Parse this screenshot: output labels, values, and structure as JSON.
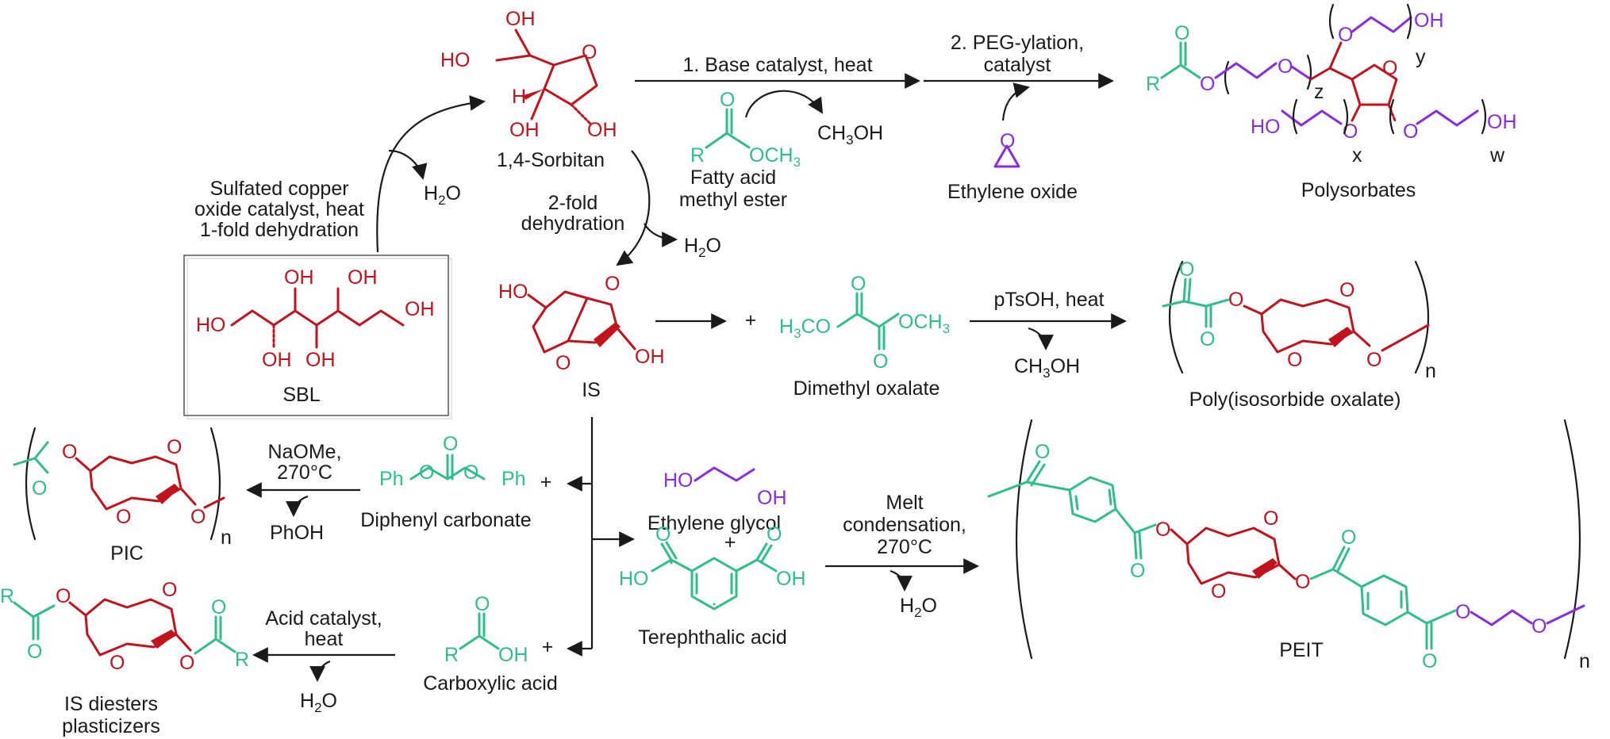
{
  "diagram": {
    "compounds": {
      "sbl": "SBL",
      "sorbitan": "1,4-Sorbitan",
      "is": "IS",
      "fame_line1": "Fatty acid",
      "fame_line2": "methyl ester",
      "ethylene_oxide": "Ethylene oxide",
      "polysorbates": "Polysorbates",
      "dimethyl_oxalate": "Dimethyl oxalate",
      "poly_is_oxalate": "Poly(isosorbide oxalate)",
      "pic": "PIC",
      "diphenyl_carbonate": "Diphenyl carbonate",
      "ethylene_glycol": "Ethylene glycol",
      "terephthalic_acid": "Terephthalic acid",
      "peit": "PEIT",
      "carboxylic_acid": "Carboxylic acid",
      "is_diesters_line1": "IS diesters",
      "is_diesters_line2": "plasticizers"
    },
    "conditions": {
      "step1_line1": "Sulfated copper",
      "step1_line2": "oxide catalyst, heat",
      "step1_line3": "1-fold dehydration",
      "twofold_line1": "2-fold",
      "twofold_line2": "dehydration",
      "base": "1. Base catalyst, heat",
      "peg_line1": "2. PEG-ylation,",
      "peg_line2": "catalyst",
      "ptsoh": "pTsOH, heat",
      "naome_line1": "NaOMe,",
      "naome_line2": "270°C",
      "melt_line1": "Melt",
      "melt_line2": "condensation,",
      "melt_line3": "270°C",
      "acid_line1": "Acid catalyst,",
      "acid_line2": "heat"
    },
    "byproducts": {
      "water": "H",
      "water_sub": "2",
      "water_o": "O",
      "methanol": "CH",
      "methanol_sub": "3",
      "methanol_oh": "OH",
      "phenol": "PhOH"
    },
    "atoms": {
      "oh": "OH",
      "ho": "HO",
      "o": "O",
      "h": "H",
      "r": "R",
      "och3": "OCH",
      "h3co": "H",
      "h3co_sub": "3",
      "h3co_co": "CO",
      "sub3": "3",
      "ph": "Ph",
      "n": "n",
      "x": "x",
      "y": "y",
      "z": "z",
      "w": "w",
      "plus": "+"
    },
    "colors": {
      "carbohydrate": "#c4121c",
      "acyl": "#2dbf8a",
      "glycol": "#8a2be2",
      "text": "#1a1a1a"
    }
  }
}
